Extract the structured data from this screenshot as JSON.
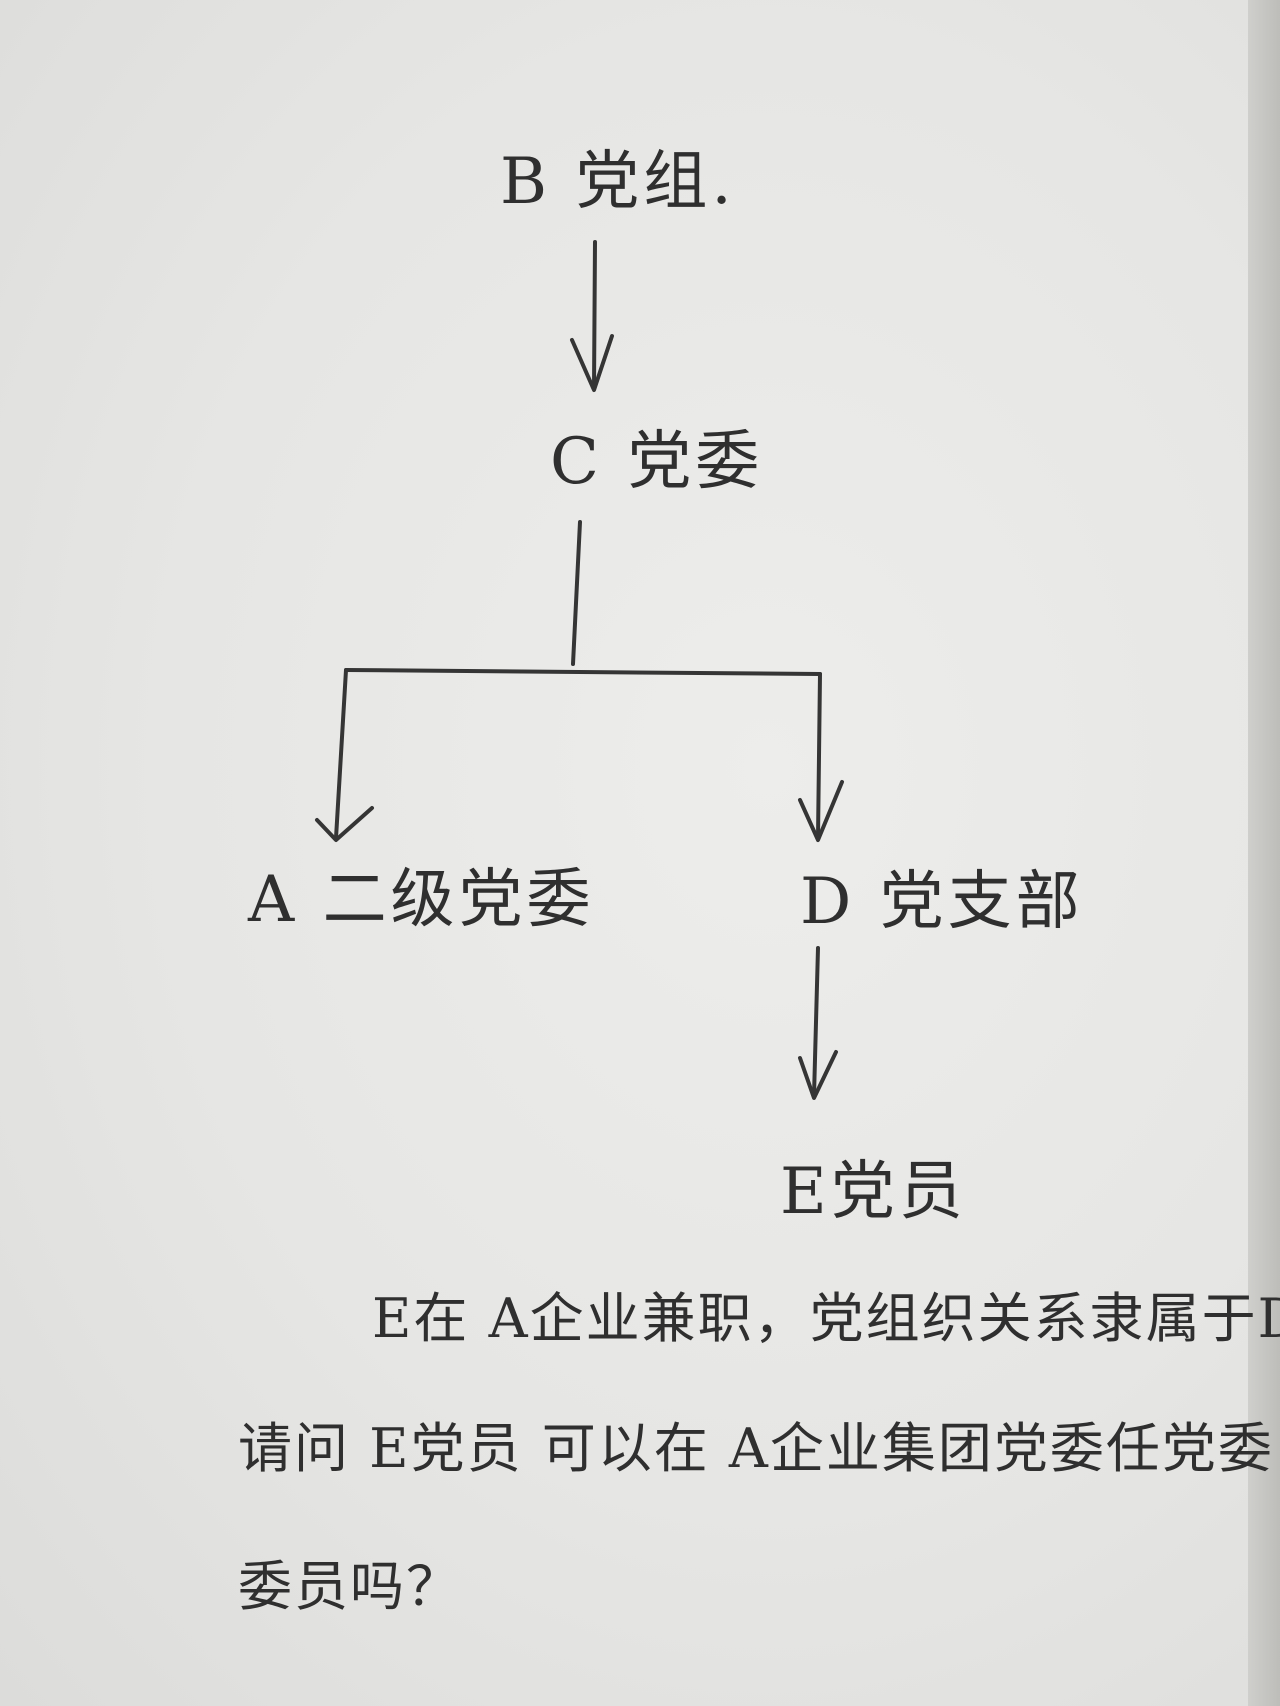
{
  "nodes": {
    "b": "B 党组.",
    "c": "C 党委",
    "a": "A 二级党委",
    "d": "D 党支部",
    "e": "E党员"
  },
  "question": {
    "line1": "E在 A企业兼职，党组织关系隶属于D",
    "line2": "请问 E党员 可以在 A企业集团党委任党委",
    "line3": "委员吗？"
  },
  "edges": [
    {
      "from": "b",
      "to": "c"
    },
    {
      "from": "c",
      "to": "a"
    },
    {
      "from": "c",
      "to": "d"
    },
    {
      "from": "d",
      "to": "e"
    }
  ],
  "colors": {
    "ink": "#2f2f2f",
    "paper": "#e6e6e4"
  }
}
